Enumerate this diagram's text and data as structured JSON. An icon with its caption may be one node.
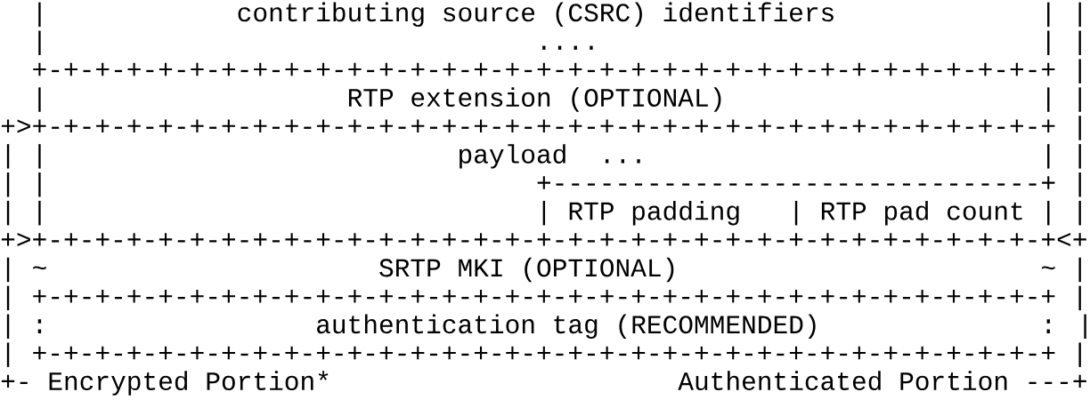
{
  "diagram": {
    "labels": [
      "|",
      "contributing source (CSRC) identifiers",
      "| |",
      "|",
      "....",
      "| |",
      "+-+-+-+-+-+-+-+-+-+-+-+-+-+-+-+-+-+-+-+-+-+-+-+-+-+-+-+-+-+-+-+-+ |",
      "|",
      "RTP extension (OPTIONAL)",
      "| |",
      "+>+-+-+-+-+-+-+-+-+-+-+-+-+-+-+-+-+-+-+-+-+-+-+-+-+-+-+-+-+-+-+-+-+ |",
      "| |",
      "payload  ...",
      "| |",
      "| |",
      "+-------------------------------+ |",
      "| |",
      "| RTP padding",
      "| RTP pad count | |",
      "+>+-+-+-+-+-+-+-+-+-+-+-+-+-+-+-+-+-+-+-+-+-+-+-+-+-+-+-+-+-+-+-+-+<+",
      "| ~",
      "SRTP MKI (OPTIONAL)",
      "~ |",
      "| +-+-+-+-+-+-+-+-+-+-+-+-+-+-+-+-+-+-+-+-+-+-+-+-+-+-+-+-+-+-+-+-+ |",
      "| :",
      "authentication tag (RECOMMENDED)",
      ": |",
      "| +-+-+-+-+-+-+-+-+-+-+-+-+-+-+-+-+-+-+-+-+-+-+-+-+-+-+-+-+-+-+-+-+ |",
      "+- Encrypted Portion*",
      "Authenticated Portion ---+"
    ]
  }
}
